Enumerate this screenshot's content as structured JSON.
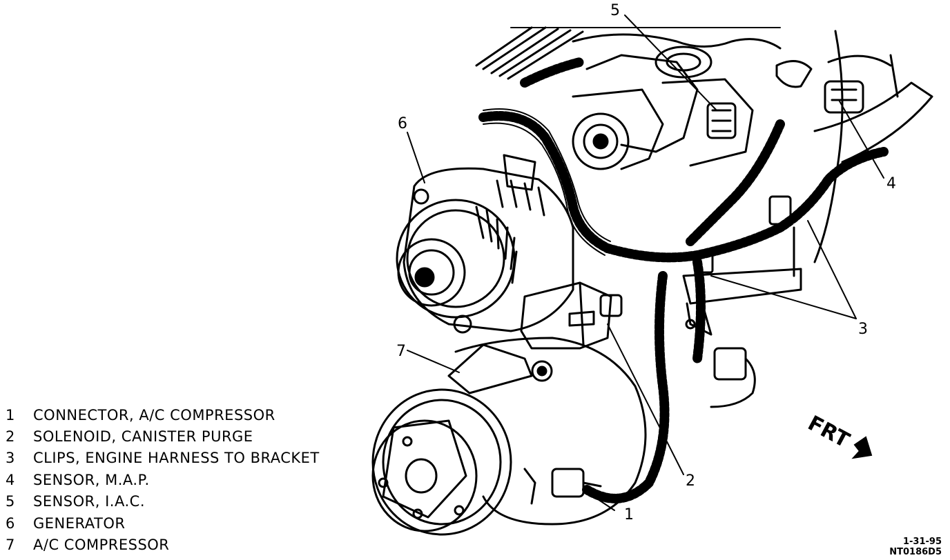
{
  "legend": [
    {
      "number": "1",
      "label": "CONNECTOR, A/C COMPRESSOR"
    },
    {
      "number": "2",
      "label": "SOLENOID, CANISTER PURGE"
    },
    {
      "number": "3",
      "label": "CLIPS, ENGINE HARNESS TO BRACKET"
    },
    {
      "number": "4",
      "label": "SENSOR, M.A.P."
    },
    {
      "number": "5",
      "label": "SENSOR, I.A.C."
    },
    {
      "number": "6",
      "label": "GENERATOR"
    },
    {
      "number": "7",
      "label": "A/C COMPRESSOR"
    }
  ],
  "callouts": {
    "c1": "1",
    "c2": "2",
    "c3": "3",
    "c4": "4",
    "c5": "5",
    "c6": "6",
    "c7": "7"
  },
  "direction_label": "FRT",
  "figure_code": {
    "line1": "1-31-95",
    "line2": "NT0186D5"
  }
}
